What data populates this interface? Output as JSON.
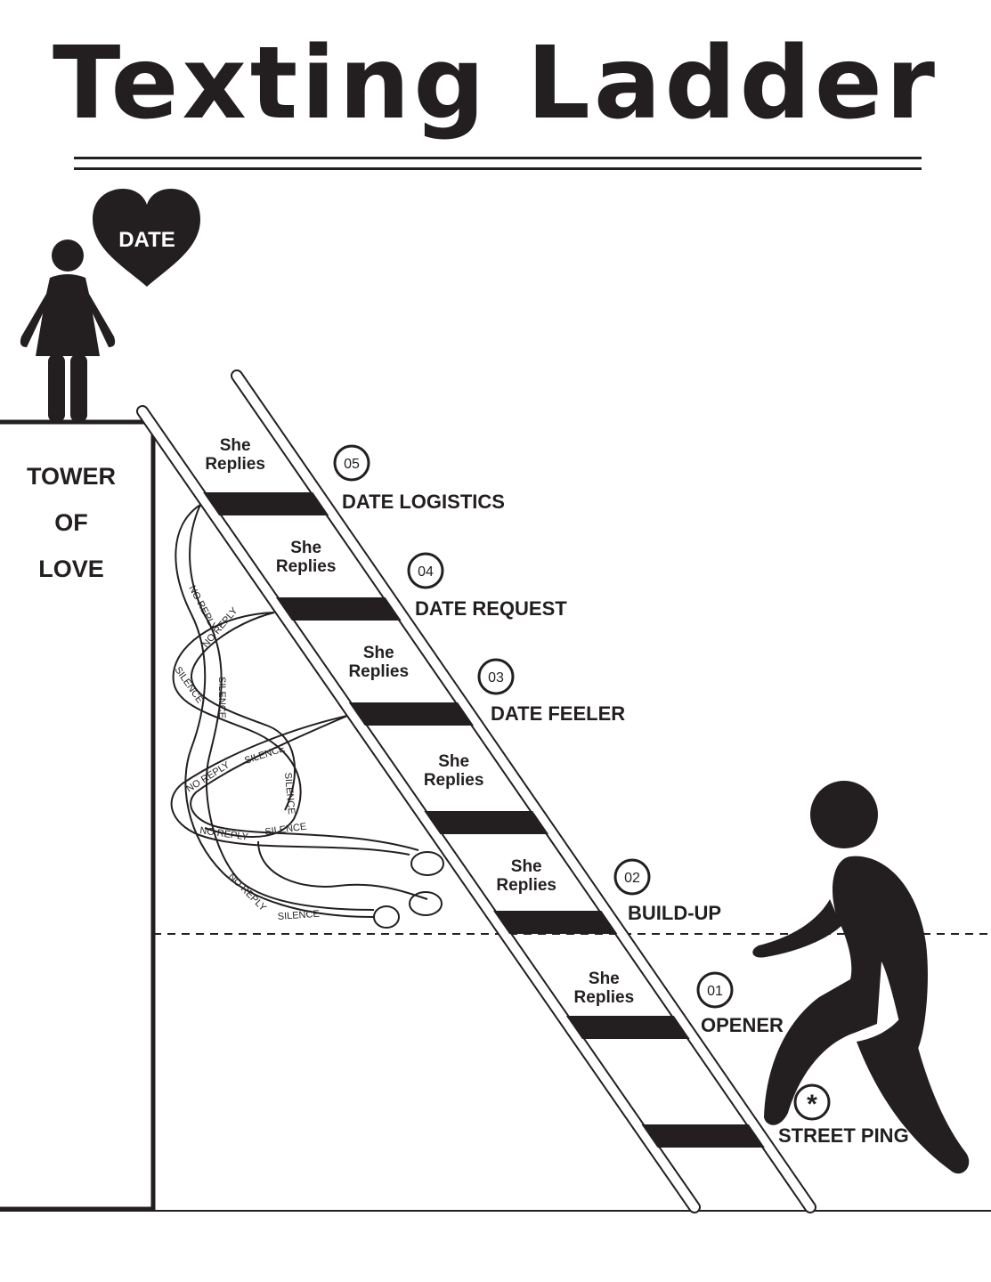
{
  "title": "Texting Ladder",
  "heart_label": "DATE",
  "tower": {
    "lines": [
      "TOWER",
      "OF",
      "LOVE"
    ]
  },
  "rung_text": {
    "line1": "She",
    "line2": "Replies"
  },
  "steps": [
    {
      "badge": "05",
      "label": "DATE LOGISTICS"
    },
    {
      "badge": "04",
      "label": "DATE REQUEST"
    },
    {
      "badge": "03",
      "label": "DATE FEELER"
    },
    {
      "badge": "02",
      "label": "BUILD-UP"
    },
    {
      "badge": "01",
      "label": "OPENER"
    },
    {
      "badge": "*",
      "label": "STREET PING"
    }
  ],
  "snake_words": [
    "NO REPLY",
    "SILENCE"
  ],
  "colors": {
    "ink": "#231f20",
    "paper": "#ffffff"
  }
}
